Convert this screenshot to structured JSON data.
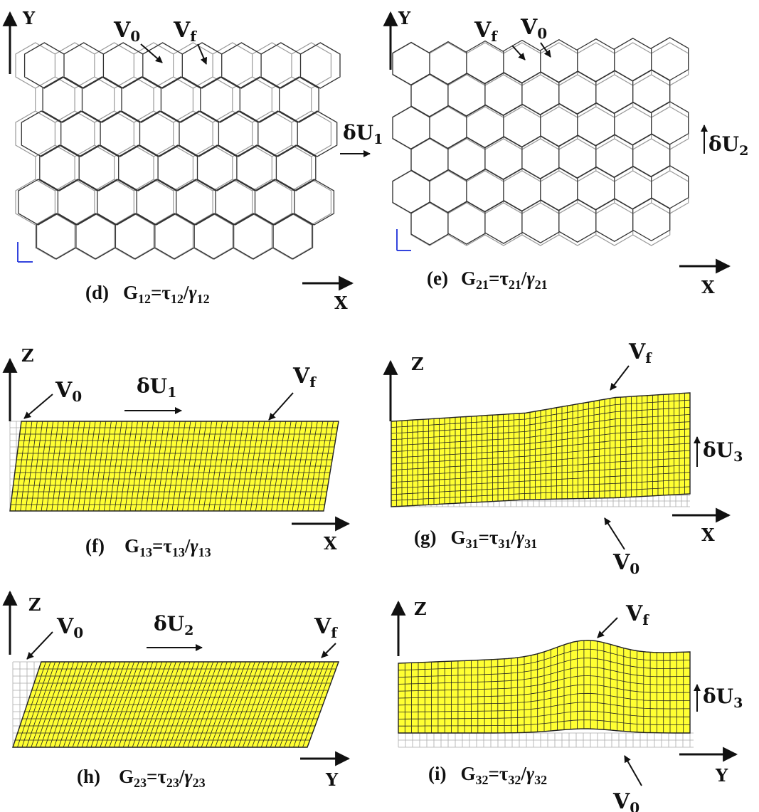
{
  "colors": {
    "mesh_fill": "#ffff33",
    "mesh_line": "#222222",
    "undeformed": "#9a9a9a",
    "ink": "#111111",
    "triad_red": "#dd2222",
    "triad_blue": "#3344dd"
  },
  "panels": {
    "d": {
      "caption": {
        "tag": "(d)",
        "G": "G",
        "sub": "12",
        "eq": "=",
        "tau": "τ",
        "slash": "/",
        "gamma": "γ"
      },
      "axis_up": "Y",
      "axis_right": "X",
      "v0": {
        "base": "V",
        "sub": "0"
      },
      "vf": {
        "base": "V",
        "sub": "f"
      },
      "load": {
        "base": "δU",
        "sub": "1"
      }
    },
    "e": {
      "caption": {
        "tag": "(e)",
        "G": "G",
        "sub": "21",
        "eq": "=",
        "tau": "τ",
        "slash": "/",
        "gamma": "γ"
      },
      "axis_up": "Y",
      "axis_right": "X",
      "v0": {
        "base": "V",
        "sub": "0"
      },
      "vf": {
        "base": "V",
        "sub": "f"
      },
      "load": {
        "base": "δU",
        "sub": "2"
      }
    },
    "f": {
      "caption": {
        "tag": "(f)",
        "G": "G",
        "sub": "13",
        "eq": "=",
        "tau": "τ",
        "slash": "/",
        "gamma": "γ"
      },
      "axis_up": "Z",
      "axis_right": "X",
      "v0": {
        "base": "V",
        "sub": "0"
      },
      "vf": {
        "base": "V",
        "sub": "f"
      },
      "load": {
        "base": "δU",
        "sub": "1"
      }
    },
    "g": {
      "caption": {
        "tag": "(g)",
        "G": "G",
        "sub": "31",
        "eq": "=",
        "tau": "τ",
        "slash": "/",
        "gamma": "γ"
      },
      "axis_up": "Z",
      "axis_right": "X",
      "v0": {
        "base": "V",
        "sub": "0"
      },
      "vf": {
        "base": "V",
        "sub": "f"
      },
      "load": {
        "base": "δU",
        "sub": "3"
      }
    },
    "h": {
      "caption": {
        "tag": "(h)",
        "G": "G",
        "sub": "23",
        "eq": "=",
        "tau": "τ",
        "slash": "/",
        "gamma": "γ"
      },
      "axis_up": "Z",
      "axis_right": "Y",
      "v0": {
        "base": "V",
        "sub": "0"
      },
      "vf": {
        "base": "V",
        "sub": "f"
      },
      "load": {
        "base": "δU",
        "sub": "2"
      }
    },
    "i": {
      "caption": {
        "tag": "(i)",
        "G": "G",
        "sub": "32",
        "eq": "=",
        "tau": "τ",
        "slash": "/",
        "gamma": "γ"
      },
      "axis_up": "Z",
      "axis_right": "Y",
      "v0": {
        "base": "V",
        "sub": "0"
      },
      "vf": {
        "base": "V",
        "sub": "f"
      },
      "load": {
        "base": "δU",
        "sub": "3"
      }
    }
  }
}
